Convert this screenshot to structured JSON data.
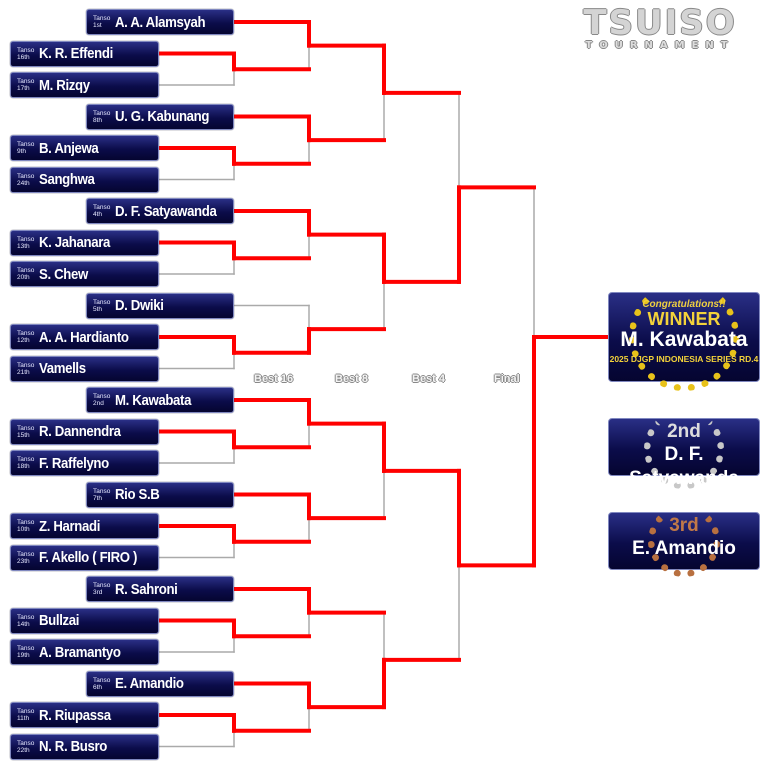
{
  "logo": {
    "main": "TSUISO",
    "sub": "TOURNAMENT"
  },
  "rounds": [
    "Best 16",
    "Best 8",
    "Best 4",
    "Final"
  ],
  "seed_prefix": "Tanso",
  "players": [
    {
      "seed": "1st",
      "name": "A. A. Alamsyah"
    },
    {
      "seed": "16th",
      "name": "K. R. Effendi"
    },
    {
      "seed": "17th",
      "name": "M. Rizqy"
    },
    {
      "seed": "8th",
      "name": "U. G. Kabunang"
    },
    {
      "seed": "9th",
      "name": "B. Anjewa"
    },
    {
      "seed": "24th",
      "name": "Sanghwa"
    },
    {
      "seed": "4th",
      "name": "D. F. Satyawanda"
    },
    {
      "seed": "13th",
      "name": "K. Jahanara"
    },
    {
      "seed": "20th",
      "name": "S. Chew"
    },
    {
      "seed": "5th",
      "name": "D. Dwiki"
    },
    {
      "seed": "12th",
      "name": "A. A. Hardianto"
    },
    {
      "seed": "21th",
      "name": "Vamells"
    },
    {
      "seed": "2nd",
      "name": "M. Kawabata"
    },
    {
      "seed": "15th",
      "name": "R. Dannendra"
    },
    {
      "seed": "18th",
      "name": "F. Raffelyno"
    },
    {
      "seed": "7th",
      "name": "Rio S.B"
    },
    {
      "seed": "10th",
      "name": "Z. Harnadi"
    },
    {
      "seed": "23th",
      "name": "F. Akello ( FIRO )"
    },
    {
      "seed": "3rd",
      "name": "R. Sahroni"
    },
    {
      "seed": "14th",
      "name": "Bullzai"
    },
    {
      "seed": "19th",
      "name": "A. Bramantyo"
    },
    {
      "seed": "6th",
      "name": "E. Amandio"
    },
    {
      "seed": "11th",
      "name": "R. Riupassa"
    },
    {
      "seed": "22th",
      "name": "N. R. Busro"
    }
  ],
  "results": {
    "round1_winners": [
      "K. R. Effendi",
      "B. Anjewa",
      "K. Jahanara",
      "A. A. Hardianto",
      "R. Dannendra",
      "Z. Harnadi",
      "Bullzai",
      "R. Riupassa"
    ],
    "best16_winners": [
      "A. A. Alamsyah",
      "U. G. Kabunang",
      "D. F. Satyawanda",
      "A. A. Hardianto",
      "M. Kawabata",
      "Rio S.B",
      "R. Sahroni",
      "E. Amandio"
    ],
    "best8_winners": [
      "A. A. Alamsyah",
      "D. F. Satyawanda",
      "M. Kawabata",
      "E. Amandio"
    ],
    "best4_winners": [
      "D. F. Satyawanda",
      "M. Kawabata"
    ],
    "final_winner": "M. Kawabata"
  },
  "awards": {
    "winner": {
      "header": "Congratulations!!",
      "title": "WINNER",
      "name": "M. Kawabata",
      "event": "2025 DJGP INDONESIA SERIES RD.4"
    },
    "second": {
      "title": "2nd",
      "name": "D. F. Satyawanda"
    },
    "third": {
      "title": "3rd",
      "name": "E. Amandio"
    }
  },
  "colors": {
    "win_line": "#ff0000",
    "lose_line": "#aaaaaa",
    "box": "#0b0c4a",
    "gold": "#e8c21a",
    "silver": "#c8c8c8",
    "bronze": "#b87040"
  }
}
